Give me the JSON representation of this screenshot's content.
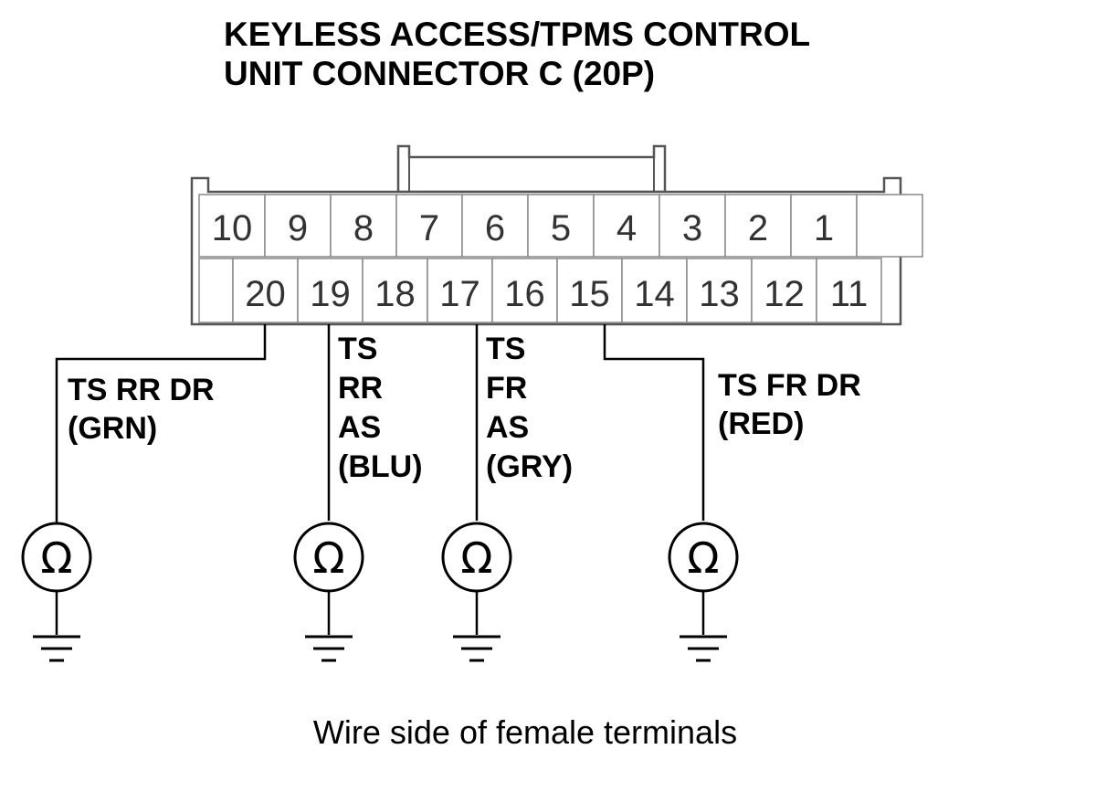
{
  "title": {
    "line1": "KEYLESS ACCESS/TPMS CONTROL",
    "line2": "UNIT CONNECTOR C (20P)"
  },
  "connector": {
    "top_row": [
      "10",
      "9",
      "8",
      "7",
      "6",
      "5",
      "4",
      "3",
      "2",
      "1"
    ],
    "bottom_row": [
      "20",
      "19",
      "18",
      "17",
      "16",
      "15",
      "14",
      "13",
      "12",
      "11"
    ]
  },
  "wires": [
    {
      "pin": "20",
      "label_lines": [
        "TS RR DR",
        "(GRN)"
      ],
      "color": "#2e7d32"
    },
    {
      "pin": "19",
      "label_lines": [
        "TS",
        "RR",
        "AS",
        "(BLU)"
      ],
      "color": "#1565c0"
    },
    {
      "pin": "17",
      "label_lines": [
        "TS",
        "FR",
        "AS",
        "(GRY)"
      ],
      "color": "#757575"
    },
    {
      "pin": "15",
      "label_lines": [
        "TS FR DR",
        "(RED)"
      ],
      "color": "#c62828"
    }
  ],
  "ohmmeter_symbol": "Ω",
  "ground_icon": "ground-icon",
  "caption": "Wire side of female terminals"
}
